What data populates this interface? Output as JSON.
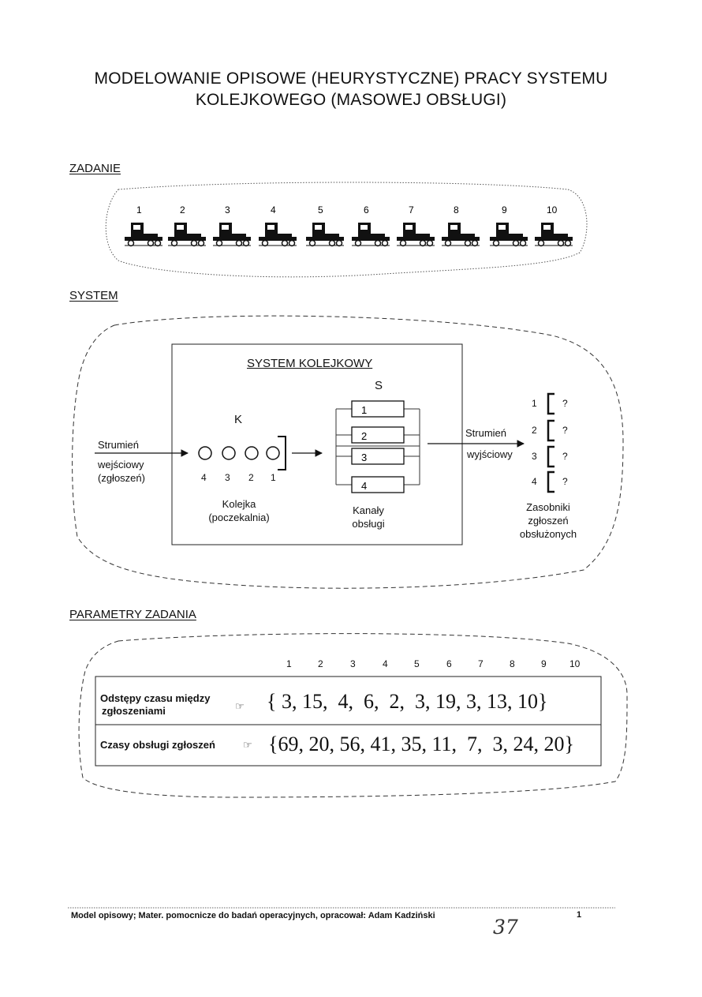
{
  "title_line1": "MODELOWANIE OPISOWE (HEURYSTYCZNE) PRACY SYSTEMU",
  "title_line2": "KOLEJKOWEGO (MASOWEJ OBSŁUGI)",
  "sections": {
    "zadanie": "ZADANIE",
    "system": "SYSTEM",
    "parametry": "PARAMETRY ZADANIA"
  },
  "trucks": {
    "numbers": [
      "1",
      "2",
      "3",
      "4",
      "5",
      "6",
      "7",
      "8",
      "9",
      "10"
    ],
    "icon": "truck-icon"
  },
  "system": {
    "box_title": "SYSTEM KOLEJKOWY",
    "queue_letter": "K",
    "server_letter": "S",
    "input_label": [
      "Strumień",
      "wejściowy",
      "(zgłoszeń)"
    ],
    "queue_numbers": [
      "4",
      "3",
      "2",
      "1"
    ],
    "queue_label": [
      "Kolejka",
      "(poczekalnia)"
    ],
    "channels": [
      "1",
      "2",
      "3",
      "4"
    ],
    "channels_label": [
      "Kanały",
      "obsługi"
    ],
    "output_label": [
      "Strumień",
      "wyjściowy"
    ],
    "bins": [
      "1",
      "2",
      "3",
      "4"
    ],
    "bin_mark": "?",
    "bins_label": [
      "Zasobniki",
      "zgłoszeń",
      "obsłużonych"
    ]
  },
  "params": {
    "columns": [
      "1",
      "2",
      "3",
      "4",
      "5",
      "6",
      "7",
      "8",
      "9",
      "10"
    ],
    "row1_label": [
      "Odstępy czasu między",
      "zgłoszeniami"
    ],
    "row1_values": "{ 3, 15,  4,  6,  2,  3, 19, 3, 13, 10}",
    "row2_label": "Czasy obsługi zgłoszeń",
    "row2_values": "{69, 20, 56, 41, 35, 11,  7,  3, 24, 20}",
    "pointer_icon": "pointing-hand-icon"
  },
  "footer": {
    "text": "Model opisowy; Mater. pomocnicze do badań operacyjnych, opracował: Adam Kadziński",
    "page": "1",
    "handwritten": "37"
  }
}
